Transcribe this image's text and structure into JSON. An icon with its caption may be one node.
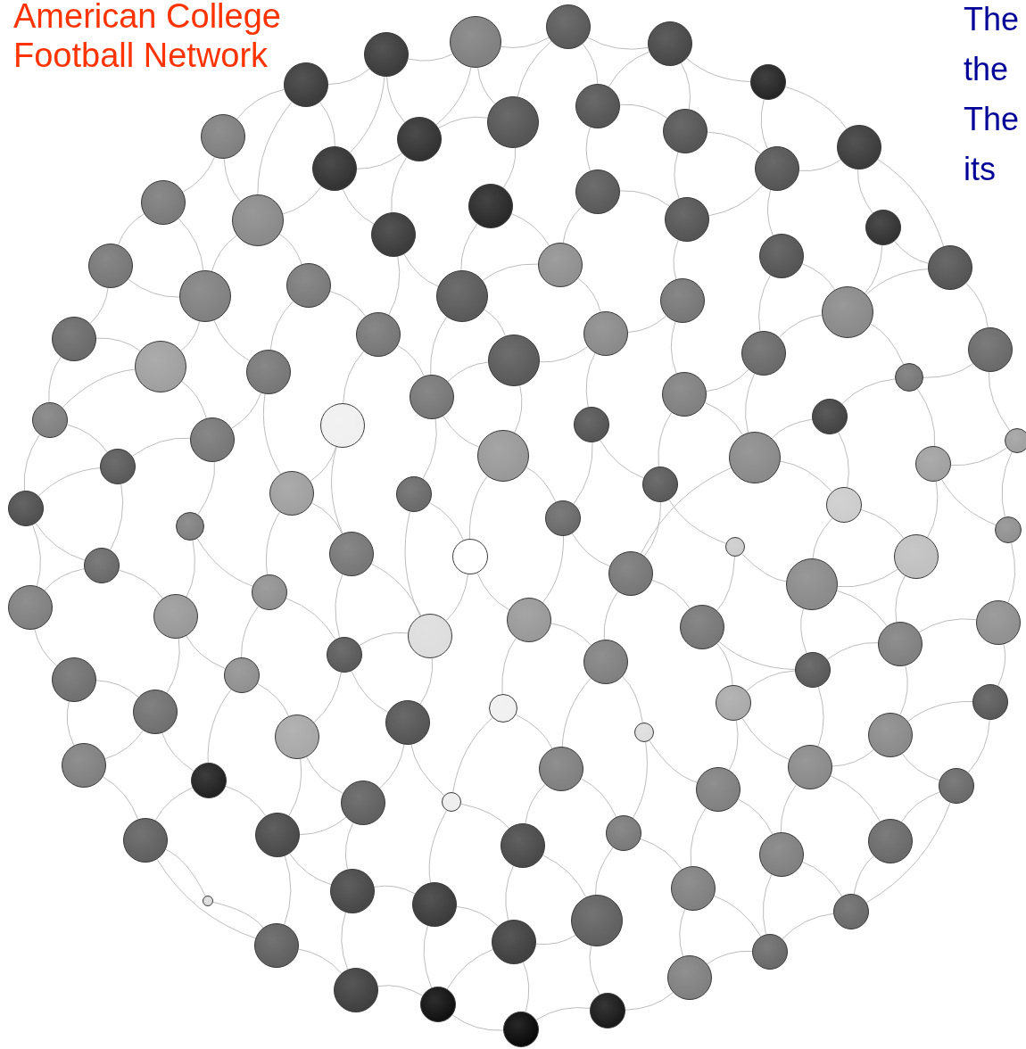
{
  "diagram": {
    "title": "American College Football Network",
    "nodes": [
      {
        "text": [],
        "shape": "circle"
      },
      {
        "text": [],
        "shape": "circle"
      },
      {
        "text": [],
        "shape": "circle"
      },
      {
        "text": [],
        "shape": "circle"
      },
      {
        "text": [],
        "shape": "circle"
      },
      {
        "text": [],
        "shape": "circle"
      },
      {
        "text": [],
        "shape": "circle"
      },
      {
        "text": [],
        "shape": "circle"
      },
      {
        "text": [],
        "shape": "circle"
      },
      {
        "text": [],
        "shape": "circle"
      },
      {
        "text": [],
        "shape": "circle"
      },
      {
        "text": [],
        "shape": "circle"
      },
      {
        "text": [],
        "shape": "circle"
      },
      {
        "text": [],
        "shape": "circle"
      },
      {
        "text": [],
        "shape": "circle"
      },
      {
        "text": [],
        "shape": "circle"
      },
      {
        "text": [],
        "shape": "circle"
      },
      {
        "text": [],
        "shape": "circle"
      },
      {
        "text": [],
        "shape": "circle"
      },
      {
        "text": [],
        "shape": "circle"
      },
      {
        "text": [],
        "shape": "circle"
      },
      {
        "text": [],
        "shape": "circle"
      },
      {
        "text": [],
        "shape": "circle"
      },
      {
        "text": [],
        "shape": "circle"
      },
      {
        "text": [],
        "shape": "circle"
      },
      {
        "text": [],
        "shape": "circle"
      },
      {
        "text": [],
        "shape": "circle"
      },
      {
        "text": [],
        "shape": "circle"
      },
      {
        "text": [],
        "shape": "circle"
      },
      {
        "text": [],
        "shape": "circle"
      },
      {
        "text": [],
        "shape": "circle"
      },
      {
        "text": [],
        "shape": "circle"
      },
      {
        "text": [],
        "shape": "circle"
      },
      {
        "text": [],
        "shape": "circle"
      },
      {
        "text": [],
        "shape": "circle"
      },
      {
        "text": [],
        "shape": "circle"
      },
      {
        "text": [],
        "shape": "circle"
      },
      {
        "text": [],
        "shape": "circle"
      },
      {
        "text": [],
        "shape": "circle"
      },
      {
        "text": [],
        "shape": "circle"
      },
      {
        "text": [],
        "shape": "circle"
      },
      {
        "text": [],
        "shape": "circle"
      },
      {
        "text": [],
        "shape": "circle"
      },
      {
        "text": [],
        "shape": "circle"
      },
      {
        "text": [],
        "shape": "circle"
      },
      {
        "text": [],
        "shape": "circle"
      },
      {
        "text": [],
        "shape": "circle"
      },
      {
        "text": [],
        "shape": "circle"
      },
      {
        "text": [],
        "shape": "circle"
      },
      {
        "text": [],
        "shape": "circle"
      },
      {
        "text": [],
        "shape": "circle"
      },
      {
        "text": [],
        "shape": "circle"
      },
      {
        "text": [],
        "shape": "circle"
      },
      {
        "text": [],
        "shape": "circle"
      },
      {
        "text": [],
        "shape": "circle"
      },
      {
        "text": [],
        "shape": "circle"
      },
      {
        "text": [],
        "shape": "circle"
      },
      {
        "text": [],
        "shape": "circle"
      },
      {
        "text": [],
        "shape": "circle"
      },
      {
        "text": [],
        "shape": "circle"
      },
      {
        "text": [],
        "shape": "circle"
      },
      {
        "text": [],
        "shape": "circle"
      },
      {
        "text": [],
        "shape": "circle"
      },
      {
        "text": [],
        "shape": "circle"
      },
      {
        "text": [],
        "shape": "circle"
      },
      {
        "text": [],
        "shape": "circle"
      },
      {
        "text": [],
        "shape": "circle"
      },
      {
        "text": [],
        "shape": "circle"
      },
      {
        "text": [],
        "shape": "circle"
      },
      {
        "text": [],
        "shape": "circle"
      },
      {
        "text": [],
        "shape": "circle"
      },
      {
        "text": [],
        "shape": "circle"
      },
      {
        "text": [],
        "shape": "circle"
      },
      {
        "text": [],
        "shape": "circle"
      },
      {
        "text": [],
        "shape": "circle"
      },
      {
        "text": [],
        "shape": "circle"
      },
      {
        "text": [],
        "shape": "circle"
      },
      {
        "text": [],
        "shape": "circle"
      },
      {
        "text": [],
        "shape": "circle"
      },
      {
        "text": [],
        "shape": "circle"
      },
      {
        "text": [],
        "shape": "circle"
      },
      {
        "text": [],
        "shape": "circle"
      },
      {
        "text": [],
        "shape": "circle"
      },
      {
        "text": [],
        "shape": "circle"
      },
      {
        "text": [],
        "shape": "circle"
      },
      {
        "text": [],
        "shape": "circle"
      },
      {
        "text": [],
        "shape": "circle"
      },
      {
        "text": [],
        "shape": "circle"
      },
      {
        "text": [],
        "shape": "circle"
      },
      {
        "text": [],
        "shape": "circle"
      },
      {
        "text": [],
        "shape": "circle"
      },
      {
        "text": [],
        "shape": "circle"
      },
      {
        "text": [],
        "shape": "circle"
      },
      {
        "text": [],
        "shape": "circle"
      },
      {
        "text": [],
        "shape": "circle"
      },
      {
        "text": [],
        "shape": "circle"
      },
      {
        "text": [],
        "shape": "circle"
      },
      {
        "text": [],
        "shape": "circle"
      },
      {
        "text": [],
        "shape": "circle"
      },
      {
        "text": [],
        "shape": "circle"
      },
      {
        "text": [],
        "shape": "circle"
      },
      {
        "text": [],
        "shape": "circle"
      },
      {
        "text": [],
        "shape": "circle"
      },
      {
        "text": [],
        "shape": "circle"
      },
      {
        "text": [],
        "shape": "circle"
      },
      {
        "text": [],
        "shape": "circle"
      },
      {
        "text": [],
        "shape": "circle"
      },
      {
        "text": [],
        "shape": "circle"
      },
      {
        "text": [],
        "shape": "circle"
      },
      {
        "text": [],
        "shape": "circle"
      },
      {
        "text": [],
        "shape": "circle"
      },
      {
        "text": [],
        "shape": "circle"
      },
      {
        "text": [],
        "shape": "circle"
      },
      {
        "text": [],
        "shape": "circle"
      },
      {
        "text": [],
        "shape": "circle"
      }
    ],
    "edges": [
      {
        "from": 0,
        "to": 1,
        "arrow": "none"
      },
      {
        "from": 0,
        "to": 2,
        "arrow": "none"
      },
      {
        "from": 0,
        "to": 6,
        "arrow": "none"
      },
      {
        "from": 0,
        "to": 7,
        "arrow": "none"
      },
      {
        "from": 1,
        "to": 3,
        "arrow": "none"
      },
      {
        "from": 1,
        "to": 7,
        "arrow": "none"
      },
      {
        "from": 1,
        "to": 8,
        "arrow": "none"
      },
      {
        "from": 2,
        "to": 5,
        "arrow": "none"
      },
      {
        "from": 2,
        "to": 10,
        "arrow": "none"
      },
      {
        "from": 2,
        "to": 6,
        "arrow": "none"
      },
      {
        "from": 3,
        "to": 4,
        "arrow": "none"
      },
      {
        "from": 3,
        "to": 8,
        "arrow": "none"
      },
      {
        "from": 3,
        "to": 12,
        "arrow": "none"
      },
      {
        "from": 4,
        "to": 9,
        "arrow": "none"
      },
      {
        "from": 4,
        "to": 12,
        "arrow": "none"
      },
      {
        "from": 4,
        "to": 15,
        "arrow": "none"
      },
      {
        "from": 5,
        "to": 11,
        "arrow": "none"
      },
      {
        "from": 5,
        "to": 13,
        "arrow": "none"
      },
      {
        "from": 6,
        "to": 10,
        "arrow": "none"
      },
      {
        "from": 6,
        "to": 17,
        "arrow": "none"
      },
      {
        "from": 7,
        "to": 16,
        "arrow": "none"
      },
      {
        "from": 7,
        "to": 8,
        "arrow": "none"
      },
      {
        "from": 8,
        "to": 12,
        "arrow": "none"
      },
      {
        "from": 8,
        "to": 18,
        "arrow": "none"
      },
      {
        "from": 9,
        "to": 14,
        "arrow": "none"
      },
      {
        "from": 9,
        "to": 15,
        "arrow": "none"
      },
      {
        "from": 10,
        "to": 13,
        "arrow": "none"
      },
      {
        "from": 10,
        "to": 19,
        "arrow": "none"
      },
      {
        "from": 11,
        "to": 13,
        "arrow": "none"
      },
      {
        "from": 11,
        "to": 20,
        "arrow": "none"
      },
      {
        "from": 11,
        "to": 24,
        "arrow": "none"
      },
      {
        "from": 12,
        "to": 18,
        "arrow": "none"
      },
      {
        "from": 12,
        "to": 15,
        "arrow": "none"
      },
      {
        "from": 13,
        "to": 22,
        "arrow": "none"
      },
      {
        "from": 13,
        "to": 19,
        "arrow": "none"
      },
      {
        "from": 14,
        "to": 21,
        "arrow": "none"
      },
      {
        "from": 14,
        "to": 25,
        "arrow": "none"
      },
      {
        "from": 15,
        "to": 25,
        "arrow": "none"
      },
      {
        "from": 15,
        "to": 26,
        "arrow": "none"
      },
      {
        "from": 16,
        "to": 27,
        "arrow": "none"
      },
      {
        "from": 16,
        "to": 23,
        "arrow": "none"
      },
      {
        "from": 17,
        "to": 23,
        "arrow": "none"
      },
      {
        "from": 17,
        "to": 19,
        "arrow": "none"
      },
      {
        "from": 18,
        "to": 27,
        "arrow": "none"
      },
      {
        "from": 18,
        "to": 31,
        "arrow": "none"
      },
      {
        "from": 19,
        "to": 28,
        "arrow": "none"
      },
      {
        "from": 20,
        "to": 29,
        "arrow": "none"
      },
      {
        "from": 20,
        "to": 24,
        "arrow": "none"
      },
      {
        "from": 21,
        "to": 30,
        "arrow": "none"
      },
      {
        "from": 21,
        "to": 25,
        "arrow": "none"
      },
      {
        "from": 22,
        "to": 29,
        "arrow": "none"
      },
      {
        "from": 22,
        "to": 36,
        "arrow": "none"
      },
      {
        "from": 23,
        "to": 32,
        "arrow": "none"
      },
      {
        "from": 23,
        "to": 27,
        "arrow": "none"
      },
      {
        "from": 24,
        "to": 37,
        "arrow": "none"
      },
      {
        "from": 24,
        "to": 29,
        "arrow": "none"
      },
      {
        "from": 25,
        "to": 34,
        "arrow": "none"
      },
      {
        "from": 25,
        "to": 35,
        "arrow": "none"
      },
      {
        "from": 26,
        "to": 31,
        "arrow": "none"
      },
      {
        "from": 26,
        "to": 35,
        "arrow": "none"
      },
      {
        "from": 27,
        "to": 33,
        "arrow": "none"
      },
      {
        "from": 27,
        "to": 39,
        "arrow": "none"
      },
      {
        "from": 28,
        "to": 32,
        "arrow": "none"
      },
      {
        "from": 28,
        "to": 40,
        "arrow": "none"
      },
      {
        "from": 29,
        "to": 38,
        "arrow": "none"
      },
      {
        "from": 29,
        "to": 36,
        "arrow": "none"
      },
      {
        "from": 30,
        "to": 34,
        "arrow": "none"
      },
      {
        "from": 30,
        "to": 41,
        "arrow": "none"
      },
      {
        "from": 31,
        "to": 39,
        "arrow": "none"
      },
      {
        "from": 31,
        "to": 42,
        "arrow": "none"
      },
      {
        "from": 32,
        "to": 33,
        "arrow": "none"
      },
      {
        "from": 32,
        "to": 43,
        "arrow": "none"
      },
      {
        "from": 33,
        "to": 46,
        "arrow": "none"
      },
      {
        "from": 33,
        "to": 39,
        "arrow": "none"
      },
      {
        "from": 34,
        "to": 45,
        "arrow": "none"
      },
      {
        "from": 34,
        "to": 41,
        "arrow": "none"
      },
      {
        "from": 35,
        "to": 45,
        "arrow": "none"
      },
      {
        "from": 35,
        "to": 51,
        "arrow": "none"
      },
      {
        "from": 36,
        "to": 40,
        "arrow": "none"
      },
      {
        "from": 36,
        "to": 47,
        "arrow": "none"
      },
      {
        "from": 37,
        "to": 38,
        "arrow": "none"
      },
      {
        "from": 37,
        "to": 48,
        "arrow": "none"
      },
      {
        "from": 38,
        "to": 50,
        "arrow": "none"
      },
      {
        "from": 38,
        "to": 44,
        "arrow": "none"
      },
      {
        "from": 39,
        "to": 52,
        "arrow": "none"
      },
      {
        "from": 39,
        "to": 46,
        "arrow": "none"
      },
      {
        "from": 40,
        "to": 47,
        "arrow": "none"
      },
      {
        "from": 40,
        "to": 53,
        "arrow": "none"
      },
      {
        "from": 41,
        "to": 49,
        "arrow": "none"
      },
      {
        "from": 41,
        "to": 54,
        "arrow": "none"
      },
      {
        "from": 42,
        "to": 51,
        "arrow": "none"
      },
      {
        "from": 42,
        "to": 60,
        "arrow": "none"
      },
      {
        "from": 43,
        "to": 55,
        "arrow": "none"
      },
      {
        "from": 43,
        "to": 53,
        "arrow": "none"
      },
      {
        "from": 44,
        "to": 56,
        "arrow": "none"
      },
      {
        "from": 44,
        "to": 47,
        "arrow": "none"
      },
      {
        "from": 45,
        "to": 57,
        "arrow": "none"
      },
      {
        "from": 45,
        "to": 49,
        "arrow": "none"
      },
      {
        "from": 46,
        "to": 55,
        "arrow": "none"
      },
      {
        "from": 46,
        "to": 61,
        "arrow": "none"
      },
      {
        "from": 47,
        "to": 56,
        "arrow": "none"
      },
      {
        "from": 47,
        "to": 64,
        "arrow": "none"
      },
      {
        "from": 48,
        "to": 50,
        "arrow": "none"
      },
      {
        "from": 48,
        "to": 58,
        "arrow": "none"
      },
      {
        "from": 49,
        "to": 63,
        "arrow": "none"
      },
      {
        "from": 49,
        "to": 54,
        "arrow": "none"
      },
      {
        "from": 50,
        "to": 62,
        "arrow": "none"
      },
      {
        "from": 50,
        "to": 58,
        "arrow": "none"
      },
      {
        "from": 51,
        "to": 60,
        "arrow": "none"
      },
      {
        "from": 51,
        "to": 66,
        "arrow": "none"
      },
      {
        "from": 52,
        "to": 61,
        "arrow": "none"
      },
      {
        "from": 52,
        "to": 71,
        "arrow": "none"
      },
      {
        "from": 53,
        "to": 64,
        "arrow": "none"
      },
      {
        "from": 53,
        "to": 59,
        "arrow": "none"
      },
      {
        "from": 54,
        "to": 67,
        "arrow": "none"
      },
      {
        "from": 54,
        "to": 63,
        "arrow": "none"
      },
      {
        "from": 55,
        "to": 69,
        "arrow": "none"
      },
      {
        "from": 55,
        "to": 64,
        "arrow": "none"
      },
      {
        "from": 56,
        "to": 62,
        "arrow": "none"
      },
      {
        "from": 56,
        "to": 65,
        "arrow": "none"
      },
      {
        "from": 57,
        "to": 68,
        "arrow": "none"
      },
      {
        "from": 57,
        "to": 66,
        "arrow": "none"
      },
      {
        "from": 58,
        "to": 70,
        "arrow": "none"
      },
      {
        "from": 59,
        "to": 65,
        "arrow": "none"
      },
      {
        "from": 59,
        "to": 73,
        "arrow": "none"
      },
      {
        "from": 60,
        "to": 72,
        "arrow": "none"
      },
      {
        "from": 60,
        "to": 71,
        "arrow": "none"
      },
      {
        "from": 61,
        "to": 69,
        "arrow": "none"
      },
      {
        "from": 61,
        "to": 71,
        "arrow": "none"
      },
      {
        "from": 62,
        "to": 75,
        "arrow": "none"
      },
      {
        "from": 62,
        "to": 65,
        "arrow": "none"
      },
      {
        "from": 63,
        "to": 67,
        "arrow": "none"
      },
      {
        "from": 63,
        "to": 68,
        "arrow": "none"
      },
      {
        "from": 64,
        "to": 74,
        "arrow": "none"
      },
      {
        "from": 64,
        "to": 73,
        "arrow": "none"
      },
      {
        "from": 65,
        "to": 78,
        "arrow": "none"
      },
      {
        "from": 65,
        "to": 75,
        "arrow": "none"
      },
      {
        "from": 66,
        "to": 76,
        "arrow": "none"
      },
      {
        "from": 66,
        "to": 72,
        "arrow": "none"
      },
      {
        "from": 67,
        "to": 77,
        "arrow": "none"
      },
      {
        "from": 68,
        "to": 80,
        "arrow": "none"
      },
      {
        "from": 68,
        "to": 76,
        "arrow": "none"
      },
      {
        "from": 69,
        "to": 74,
        "arrow": "none"
      },
      {
        "from": 69,
        "to": 82,
        "arrow": "none"
      },
      {
        "from": 70,
        "to": 81,
        "arrow": "none"
      },
      {
        "from": 70,
        "to": 75,
        "arrow": "none"
      },
      {
        "from": 71,
        "to": 83,
        "arrow": "none"
      },
      {
        "from": 71,
        "to": 72,
        "arrow": "none"
      },
      {
        "from": 72,
        "to": 84,
        "arrow": "none"
      },
      {
        "from": 72,
        "to": 83,
        "arrow": "none"
      },
      {
        "from": 73,
        "to": 79,
        "arrow": "none"
      },
      {
        "from": 73,
        "to": 78,
        "arrow": "none"
      },
      {
        "from": 74,
        "to": 85,
        "arrow": "none"
      },
      {
        "from": 74,
        "to": 88,
        "arrow": "none"
      },
      {
        "from": 75,
        "to": 86,
        "arrow": "none"
      },
      {
        "from": 75,
        "to": 78,
        "arrow": "none"
      },
      {
        "from": 76,
        "to": 84,
        "arrow": "none"
      },
      {
        "from": 76,
        "to": 90,
        "arrow": "none"
      },
      {
        "from": 77,
        "to": 80,
        "arrow": "none"
      },
      {
        "from": 77,
        "to": 87,
        "arrow": "none"
      },
      {
        "from": 78,
        "to": 89,
        "arrow": "none"
      },
      {
        "from": 78,
        "to": 79,
        "arrow": "none"
      },
      {
        "from": 79,
        "to": 91,
        "arrow": "none"
      },
      {
        "from": 79,
        "to": 89,
        "arrow": "none"
      },
      {
        "from": 80,
        "to": 87,
        "arrow": "none"
      },
      {
        "from": 80,
        "to": 90,
        "arrow": "none"
      },
      {
        "from": 81,
        "to": 94,
        "arrow": "none"
      },
      {
        "from": 81,
        "to": 86,
        "arrow": "none"
      },
      {
        "from": 82,
        "to": 88,
        "arrow": "none"
      },
      {
        "from": 82,
        "to": 93,
        "arrow": "none"
      },
      {
        "from": 83,
        "to": 92,
        "arrow": "none"
      },
      {
        "from": 83,
        "to": 93,
        "arrow": "none"
      },
      {
        "from": 84,
        "to": 96,
        "arrow": "none"
      },
      {
        "from": 84,
        "to": 92,
        "arrow": "none"
      },
      {
        "from": 85,
        "to": 98,
        "arrow": "none"
      },
      {
        "from": 85,
        "to": 91,
        "arrow": "none"
      },
      {
        "from": 86,
        "to": 89,
        "arrow": "none"
      },
      {
        "from": 86,
        "to": 94,
        "arrow": "none"
      },
      {
        "from": 87,
        "to": 95,
        "arrow": "none"
      },
      {
        "from": 88,
        "to": 97,
        "arrow": "none"
      },
      {
        "from": 88,
        "to": 98,
        "arrow": "none"
      },
      {
        "from": 89,
        "to": 99,
        "arrow": "none"
      },
      {
        "from": 89,
        "to": 100,
        "arrow": "none"
      },
      {
        "from": 90,
        "to": 95,
        "arrow": "none"
      },
      {
        "from": 90,
        "to": 96,
        "arrow": "none"
      },
      {
        "from": 91,
        "to": 104,
        "arrow": "none"
      },
      {
        "from": 91,
        "to": 99,
        "arrow": "none"
      },
      {
        "from": 92,
        "to": 102,
        "arrow": "none"
      },
      {
        "from": 92,
        "to": 96,
        "arrow": "none"
      },
      {
        "from": 93,
        "to": 103,
        "arrow": "none"
      },
      {
        "from": 93,
        "to": 97,
        "arrow": "none"
      },
      {
        "from": 94,
        "to": 100,
        "arrow": "none"
      },
      {
        "from": 94,
        "to": 106,
        "arrow": "none"
      },
      {
        "from": 95,
        "to": 108,
        "arrow": "none"
      },
      {
        "from": 95,
        "to": 101,
        "arrow": "none"
      },
      {
        "from": 96,
        "to": 102,
        "arrow": "none"
      },
      {
        "from": 96,
        "to": 108,
        "arrow": "none"
      },
      {
        "from": 97,
        "to": 107,
        "arrow": "none"
      },
      {
        "from": 97,
        "to": 105,
        "arrow": "none"
      },
      {
        "from": 98,
        "to": 105,
        "arrow": "none"
      },
      {
        "from": 98,
        "to": 104,
        "arrow": "none"
      },
      {
        "from": 99,
        "to": 109,
        "arrow": "none"
      },
      {
        "from": 99,
        "to": 106,
        "arrow": "none"
      },
      {
        "from": 100,
        "to": 106,
        "arrow": "none"
      },
      {
        "from": 101,
        "to": 108,
        "arrow": "none"
      },
      {
        "from": 102,
        "to": 110,
        "arrow": "none"
      },
      {
        "from": 102,
        "to": 103,
        "arrow": "none"
      },
      {
        "from": 103,
        "to": 111,
        "arrow": "none"
      },
      {
        "from": 103,
        "to": 107,
        "arrow": "none"
      },
      {
        "from": 104,
        "to": 114,
        "arrow": "none"
      },
      {
        "from": 104,
        "to": 109,
        "arrow": "none"
      },
      {
        "from": 105,
        "to": 113,
        "arrow": "none"
      },
      {
        "from": 105,
        "to": 107,
        "arrow": "none"
      },
      {
        "from": 106,
        "to": 109,
        "arrow": "none"
      },
      {
        "from": 107,
        "to": 112,
        "arrow": "none"
      },
      {
        "from": 107,
        "to": 111,
        "arrow": "none"
      },
      {
        "from": 108,
        "to": 110,
        "arrow": "none"
      },
      {
        "from": 109,
        "to": 114,
        "arrow": "none"
      },
      {
        "from": 110,
        "to": 111,
        "arrow": "none"
      },
      {
        "from": 111,
        "to": 112,
        "arrow": "none"
      },
      {
        "from": 112,
        "to": 113,
        "arrow": "none"
      },
      {
        "from": 113,
        "to": 114,
        "arrow": "none"
      }
    ],
    "labels": [
      "The",
      "the",
      "The",
      "its"
    ]
  }
}
